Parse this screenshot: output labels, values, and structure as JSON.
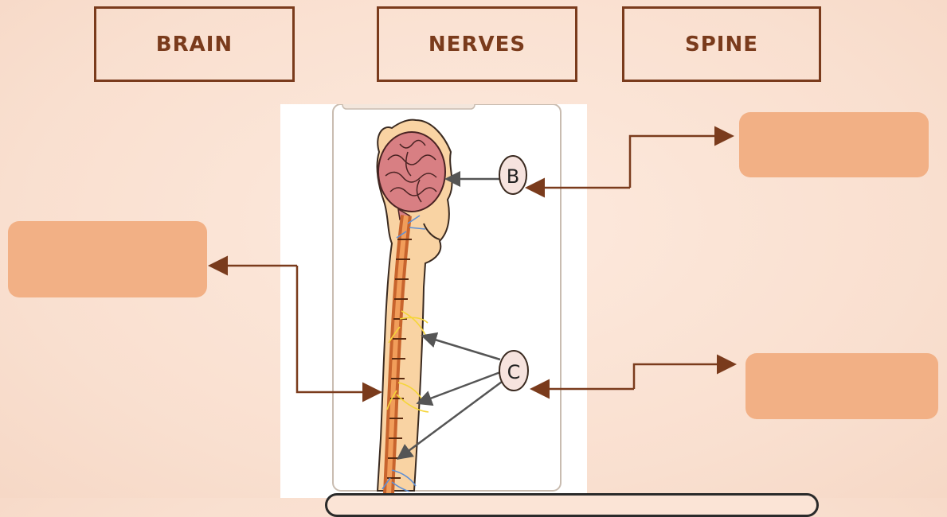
{
  "word_bank": {
    "brain": "BRAIN",
    "nerves": "NERVES",
    "spine": "SPINE"
  },
  "callouts": {
    "b": "B",
    "c": "C"
  },
  "colors": {
    "background": "#fbe3d4",
    "box_border": "#7a3b1c",
    "drop_zone": "#f2b085",
    "arrow": "#7a3b1c",
    "body_skin": "#f9d3a3",
    "brain": "#d87f83",
    "spine": "#c8642d",
    "nerves_yellow": "#f5d53a",
    "nerves_blue": "#5f8fd4"
  },
  "icons": [
    "brain-illustration",
    "spinal-cord-illustration",
    "nerve-branches"
  ]
}
